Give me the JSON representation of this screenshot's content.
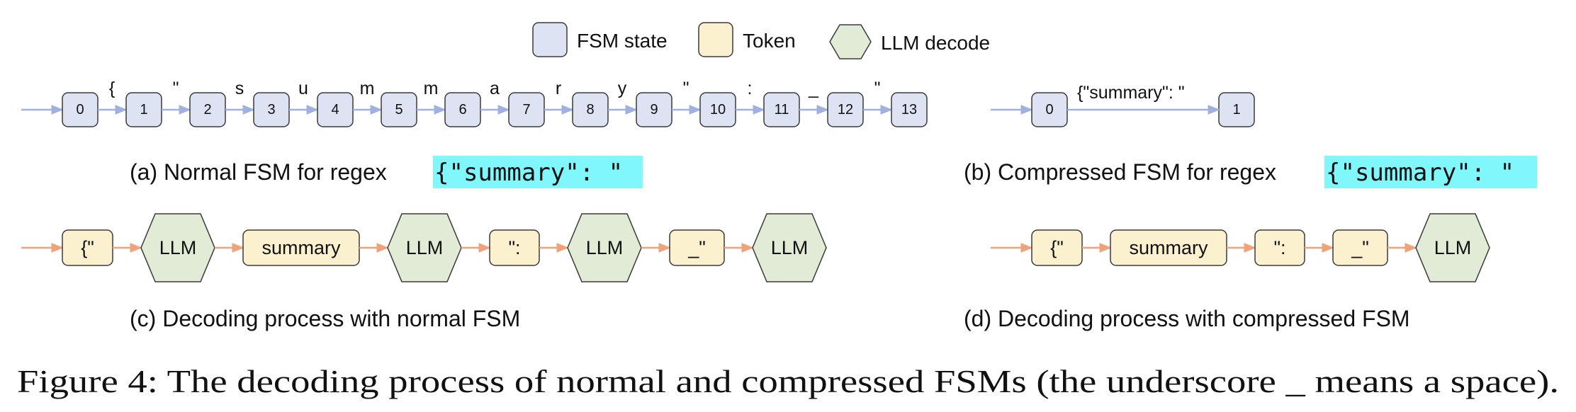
{
  "legend": {
    "fsm_state": "FSM state",
    "token": "Token",
    "llm_decode": "LLM decode"
  },
  "colors": {
    "state_fill": "#dde3f2",
    "state_arrow": "#9fb1de",
    "token_fill": "#fcf1cf",
    "token_arrow": "#f0a27a",
    "llm_fill": "#e1ebd6",
    "regex_highlight": "#7ff7fb",
    "stroke": "#3a3a3a"
  },
  "panel_a": {
    "states": [
      "0",
      "1",
      "2",
      "3",
      "4",
      "5",
      "6",
      "7",
      "8",
      "9",
      "10",
      "11",
      "12",
      "13"
    ],
    "transitions": [
      "{",
      "\"",
      "s",
      "u",
      "m",
      "m",
      "a",
      "r",
      "y",
      "\"",
      ":",
      "_",
      "\""
    ],
    "caption_prefix": "(a) Normal FSM for regex",
    "regex": "{\"summary\": \""
  },
  "panel_b": {
    "states": [
      "0",
      "1"
    ],
    "transitions": [
      "{\"summary\":  \""
    ],
    "caption_prefix": "(b) Compressed FSM for regex",
    "regex": "{\"summary\": \""
  },
  "panel_c": {
    "nodes": [
      {
        "kind": "token",
        "label": "{\""
      },
      {
        "kind": "llm",
        "label": "LLM"
      },
      {
        "kind": "token",
        "label": "summary"
      },
      {
        "kind": "llm",
        "label": "LLM"
      },
      {
        "kind": "token",
        "label": "\":"
      },
      {
        "kind": "llm",
        "label": "LLM"
      },
      {
        "kind": "token",
        "label": "_\""
      },
      {
        "kind": "llm",
        "label": "LLM"
      }
    ],
    "caption": "(c) Decoding process with normal FSM"
  },
  "panel_d": {
    "nodes": [
      {
        "kind": "token",
        "label": "{\""
      },
      {
        "kind": "token",
        "label": "summary"
      },
      {
        "kind": "token",
        "label": "\":"
      },
      {
        "kind": "token",
        "label": "_\""
      },
      {
        "kind": "llm",
        "label": "LLM"
      }
    ],
    "caption": "(d) Decoding process with compressed FSM"
  },
  "figure_caption": "Figure 4: The decoding process of normal and compressed FSMs (the underscore _ means a space)."
}
